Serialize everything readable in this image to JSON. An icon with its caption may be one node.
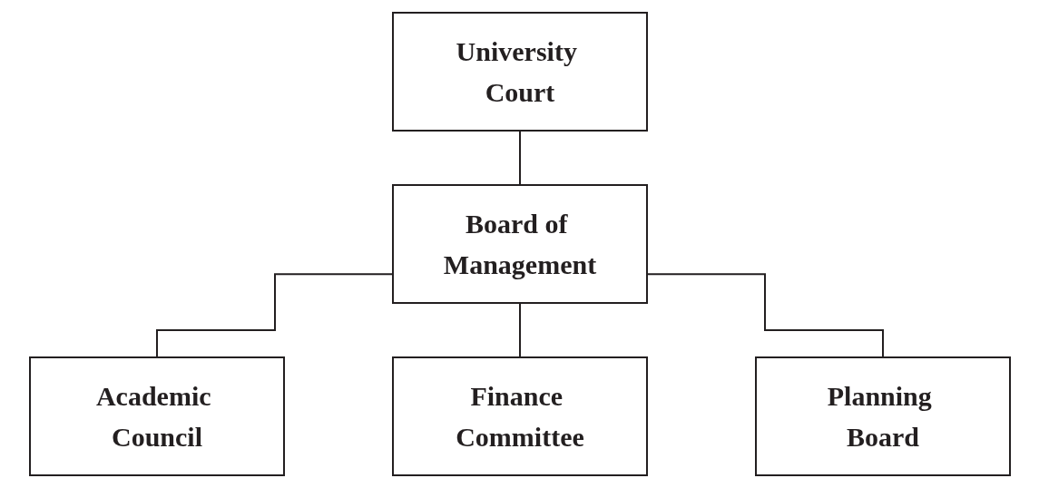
{
  "diagram": {
    "nodes": [
      {
        "text": [
          "University Court"
        ]
      },
      {
        "text": [
          "Board of Management"
        ]
      },
      {
        "text": [
          "Academic Council"
        ]
      },
      {
        "text": [
          "Finance Committee"
        ]
      },
      {
        "text": [
          "Planning Board"
        ]
      }
    ],
    "edges": [
      {
        "from": 0,
        "to": 1,
        "arrow": "none"
      },
      {
        "from": 1,
        "to": 2,
        "arrow": "none"
      },
      {
        "from": 1,
        "to": 3,
        "arrow": "none"
      },
      {
        "from": 1,
        "to": 4,
        "arrow": "none"
      }
    ]
  }
}
